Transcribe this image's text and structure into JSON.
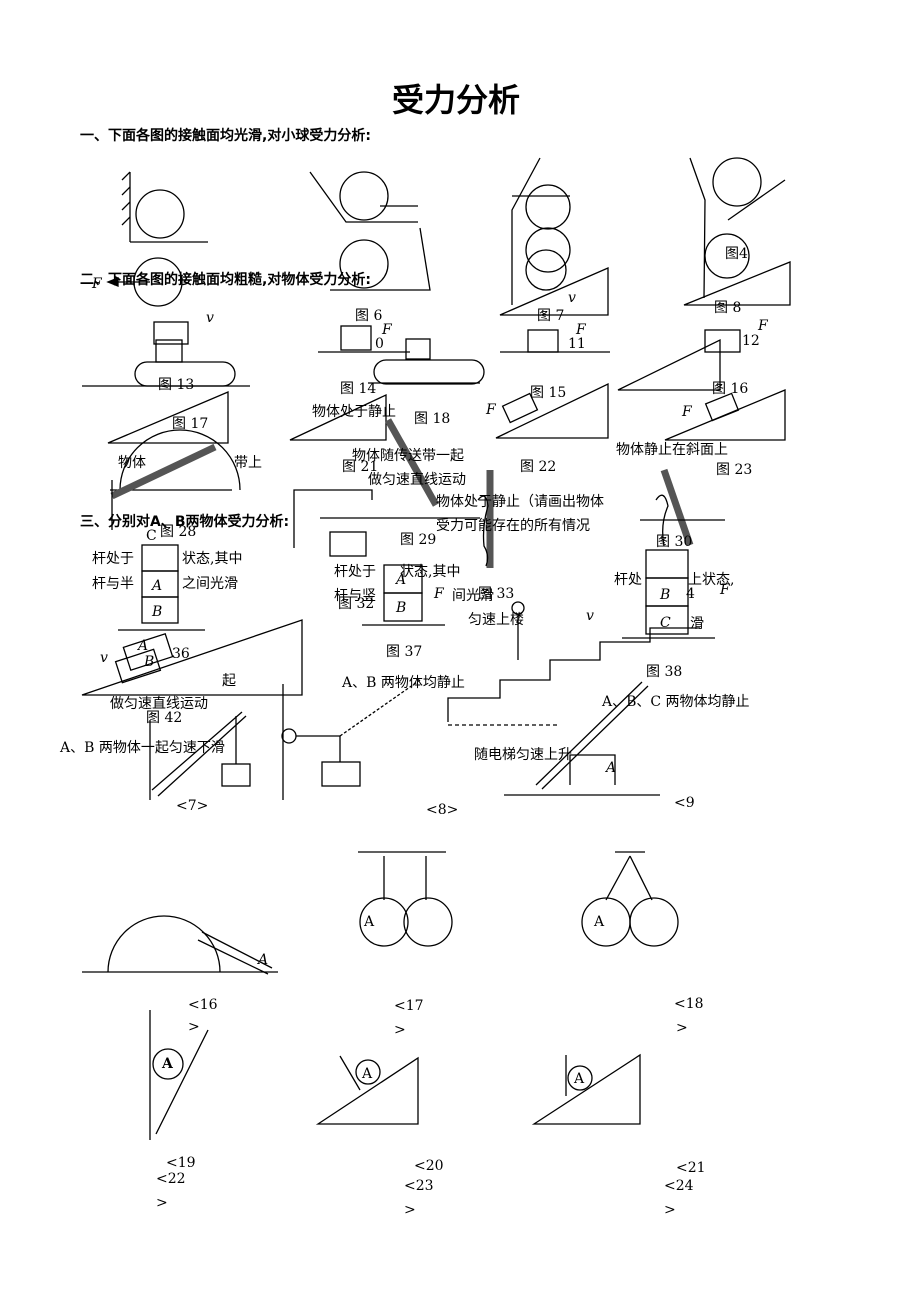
{
  "doc": {
    "title": "受力分析",
    "section1": "一、下面各图的接触面均光滑,对小球受力分析:",
    "section2": "二、下面各图的接触面均粗糙,对物体受力分析:",
    "section3": "三、分别对A、B两物体受力分析:"
  },
  "labels": {
    "fig4": "图4",
    "fig6": "图 6",
    "fig7": "图 7",
    "fig8": "图 8",
    "fig10": "0",
    "fig11": "11",
    "fig12": "12",
    "fig13": "图 13",
    "fig14": "图 14",
    "fig15": "图 15",
    "fig16": "图 16",
    "fig17": "图 17",
    "fig18": "图 18",
    "fig21": "图 21",
    "fig22": "图 22",
    "fig23": "图 23",
    "fig28": "图 28",
    "fig29": "图 29",
    "fig30": "图 30",
    "fig32": "图 32",
    "fig33": "图 33",
    "fig34": "4",
    "fig36": "36",
    "fig37": "图 37",
    "fig38": "图 38",
    "fig42": "图 42",
    "F": "F",
    "v": "v",
    "A": "A",
    "B": "B",
    "C": "C",
    "p7": "<7>",
    "p8": "<8>",
    "p9": "<9",
    "p16": "<16",
    "p17": "<17",
    "p18": "<18",
    "p19": "<19",
    "p20": "<20",
    "p21": "<21",
    "p22": "<22",
    "p23": "<23",
    "p24": "<24",
    "gt": ">"
  },
  "captions": {
    "c1": "物体处于静止",
    "c2": "物体随传送带一起",
    "c3": "做匀速直线运动",
    "c4": "物体静止在斜面上",
    "c5": "物体",
    "c6": "带上",
    "c7": "物体处于静止（请画出物体",
    "c8": "受力可能存在的所有情况",
    "c9": "杆处于",
    "c10": "状态,其中",
    "c11": "杆与半",
    "c12": "之间光滑",
    "c13": "杆处于",
    "c14": "状态,其中",
    "c15": "杆与竖",
    "c16": "间光滑",
    "c17": "匀速上楼",
    "c18": "杆处",
    "c19": "上状态,",
    "c20": "滑",
    "c21": "A、B 两物体均静止",
    "c22": "A、B、C 两物体均静止",
    "c23": "做匀速直线运动",
    "c24": "A、B 两物体一起匀速下滑",
    "c25": "随电梯匀速上升",
    "c26": "起"
  }
}
